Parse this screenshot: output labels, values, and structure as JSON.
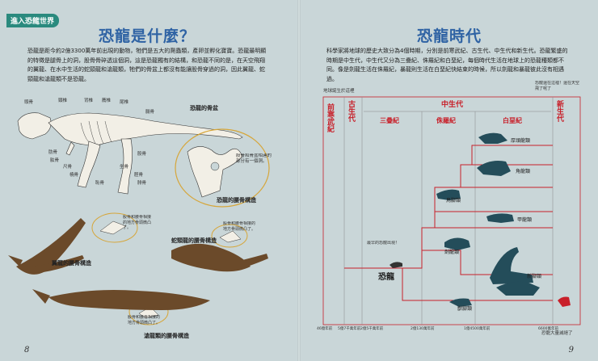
{
  "left": {
    "tag": "進入恐龍世界",
    "title": "恐龍是什麼？",
    "paragraph": "恐龍是距今約2億3300萬年前出現的動物，牠們是五大的爬蟲類，產卵並孵化寶寶。恐龍最明顯的特徵是腿骨上的洞，股骨骨碎透這個洞，這是恐龍獨有的結構，和恐龍不同的是，在天空飛翔的翼龍、在水中生活的蛇頸龍和滄龍類，牠們的骨盆上都沒有能讓股骨穿過的洞，因此翼龍、蛇頸龍和滄龍類不是恐龍。",
    "skeleton_labels": [
      "頭骨",
      "頸椎",
      "背椎",
      "肋骨",
      "薦椎",
      "尾椎",
      "肱骨",
      "尺骨",
      "橈骨",
      "恥骨",
      "坐骨",
      "股骨",
      "脛骨",
      "腓骨",
      "腸骨"
    ],
    "callout_text": "股骨和骨盆相連的部分有一個洞。",
    "captions": {
      "dino_hip_small": "恐龍的骨盆",
      "dino_hip": "恐龍的腰骨構造",
      "pterosaur": "翼龍的腰骨構造",
      "plesiosaur": "蛇頸龍的腰骨構造",
      "mosasaur": "滄龍類的腰骨構造"
    },
    "note_pterosaur": "股骨和腰骨相接的地方骨頭微凸了。",
    "note_plesiosaur": "股骨和腰骨相接的地方骨頭微凸了。",
    "note_mosasaur": "股骨和腰骨相接的地方骨頭微凸了。",
    "page_number": "8"
  },
  "right": {
    "title": "恐龍時代",
    "paragraph": "科學家將地球的歷史大致分為4個時期，分別是前寒武紀、古生代、中生代和新生代。恐龍繁盛的時期是中生代，中生代又分為三疊紀、侏羅紀和白堊紀，每個時代生活在地球上的恐龍種類都不同。像是劍龍生活在侏羅紀，暴龍則生活在白堊紀快結束的時候，所以劍龍和暴龍彼此沒有相遇過。",
    "eras": {
      "precambrian": "前寒武紀",
      "paleozoic": "古生代",
      "mesozoic": "中生代",
      "cenozoic": "新生代"
    },
    "periods": {
      "triassic": "三疊紀",
      "jurassic": "侏羅紀",
      "cretaceous": "白堊紀"
    },
    "groups": [
      "厚頭龍類",
      "角龍類",
      "鳥腳類",
      "甲龍類",
      "劍龍類",
      "新腳類",
      "獸腳類"
    ],
    "root_label": "恐龍",
    "note_origin": "地球誕生於這裡",
    "note_first": "最早的恐龍出現！",
    "note_bird": "恐龍還在這裡！還在天空飛了呢了",
    "note_extinct": "恐龍大量滅絕了",
    "axis_ticks": [
      "46億年前",
      "5億7千萬年前",
      "2億5千萬年前",
      "2億130萬年前",
      "1億4500萬年前",
      "6600萬年前"
    ],
    "page_number": "9"
  },
  "colors": {
    "accent_blue": "#2f63a4",
    "era_red": "#c8202a",
    "tag_green": "#2a8a7e",
    "dino_dark": "#244d5a",
    "reptile_brown": "#6b4a2a",
    "background": "#c9d6d8"
  }
}
